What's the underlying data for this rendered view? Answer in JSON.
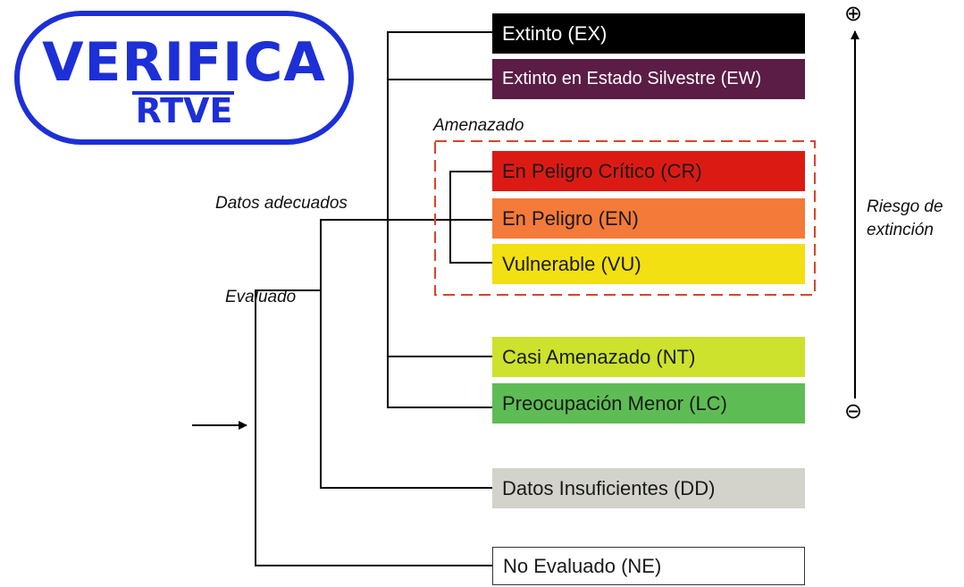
{
  "logo": {
    "word": "VERIFICA",
    "sub": "RTVE"
  },
  "labels": {
    "amenazado": "Amenazado",
    "datos_adecuados": "Datos adecuados",
    "evaluado": "Evaluado",
    "riesgo_line1": "Riesgo de",
    "riesgo_line2": "extinción",
    "plus": "⊕",
    "minus": "⊖"
  },
  "categories": [
    {
      "label": "Extinto (EX)",
      "color": "#000000",
      "text_color": "#ffffff"
    },
    {
      "label": "Extinto en Estado Silvestre (EW)",
      "color": "#5b1d45",
      "text_color": "#ffffff"
    },
    {
      "label": "En Peligro Crítico (CR)",
      "color": "#dc1a14",
      "text_color": "#1a1a1a"
    },
    {
      "label": "En Peligro (EN)",
      "color": "#f47a3a",
      "text_color": "#1a1a1a"
    },
    {
      "label": "Vulnerable (VU)",
      "color": "#f2e012",
      "text_color": "#1a1a1a"
    },
    {
      "label": "Casi Amenazado (NT)",
      "color": "#cce22c",
      "text_color": "#1a1a1a"
    },
    {
      "label": "Preocupación Menor (LC)",
      "color": "#5dbd54",
      "text_color": "#1a1a1a"
    },
    {
      "label": "Datos Insuficientes (DD)",
      "color": "#d3d3cb",
      "text_color": "#1a1a1a"
    },
    {
      "label": "No Evaluado (NE)",
      "color": "#ffffff",
      "text_color": "#1a1a1a"
    }
  ],
  "colors": {
    "brand": "#1d2fd6",
    "threat_border": "#d9442b"
  }
}
